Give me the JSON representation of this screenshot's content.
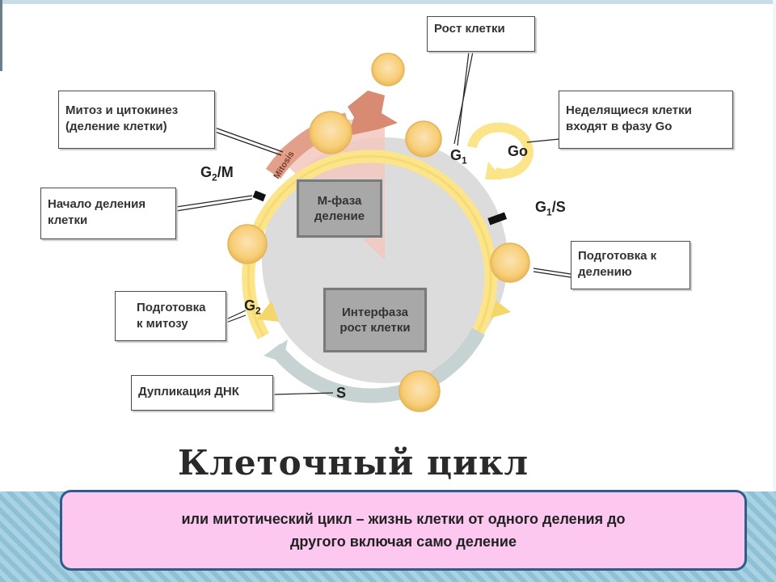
{
  "title": "Клеточный цикл",
  "definition": {
    "line1": "или митотический цикл  – жизнь клетки от одного деления до",
    "line2": "другого включая само деление"
  },
  "callouts": {
    "growth": "Рост клетки",
    "mitosis_line1": "Митоз и цитокинез",
    "mitosis_line2": "(деление клетки)",
    "nondividing_line1": "Неделящиеся клетки",
    "nondividing_line2": "входят в фазу Go",
    "division_start_line1": "Начало деления",
    "division_start_line2": "клетки",
    "prep_division_line1": "Подготовка к",
    "prep_division_line2": "делению",
    "prep_mitosis_line1": "Подготовка",
    "prep_mitosis_line2": "к митозу",
    "dna_duplication": "Дупликация ДНК"
  },
  "center_boxes": {
    "m_phase_line1": "М-фаза",
    "m_phase_line2": "деление",
    "interphase_line1": "Интерфаза",
    "interphase_line2": "рост клетки"
  },
  "phases": {
    "g1_base": "G",
    "g1_sub": "1",
    "go": "Go",
    "g2m_base": "G",
    "g2m_sub": "2",
    "g2m_tail": "/M",
    "g1s_base": "G",
    "g1s_sub": "1",
    "g1s_tail": "/S",
    "g2_base": "G",
    "g2_sub": "2",
    "s": "S",
    "mitosis_arc": "Mitosis"
  },
  "colors": {
    "ring_yellow": "#fbe48a",
    "ring_gray": "#c7d3d3",
    "mitosis_pink": "#e2a08a",
    "cell_fill": "#f8cf79",
    "definition_bg": "#fcc8f0"
  }
}
